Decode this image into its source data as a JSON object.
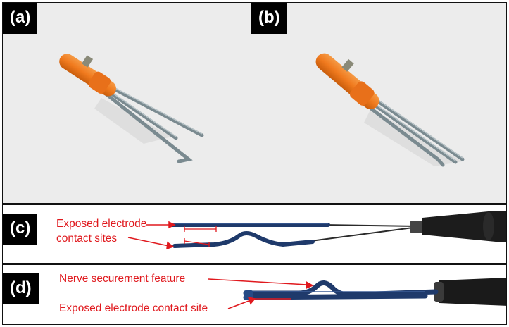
{
  "panels": {
    "a": {
      "label": "(a)"
    },
    "b": {
      "label": "(b)"
    },
    "c": {
      "label": "(c)",
      "annotation_line1": "Exposed electrode",
      "annotation_line2": "contact sites"
    },
    "d": {
      "label": "(d)",
      "annotation_top": "Nerve securement feature",
      "annotation_bottom": "Exposed electrode contact site"
    }
  },
  "colors": {
    "annotation": "#e0191e",
    "housing": "#f07a1e",
    "probe": "#7a8a90",
    "electrode": "#1f3a6b",
    "background_3d": "#ececec"
  }
}
